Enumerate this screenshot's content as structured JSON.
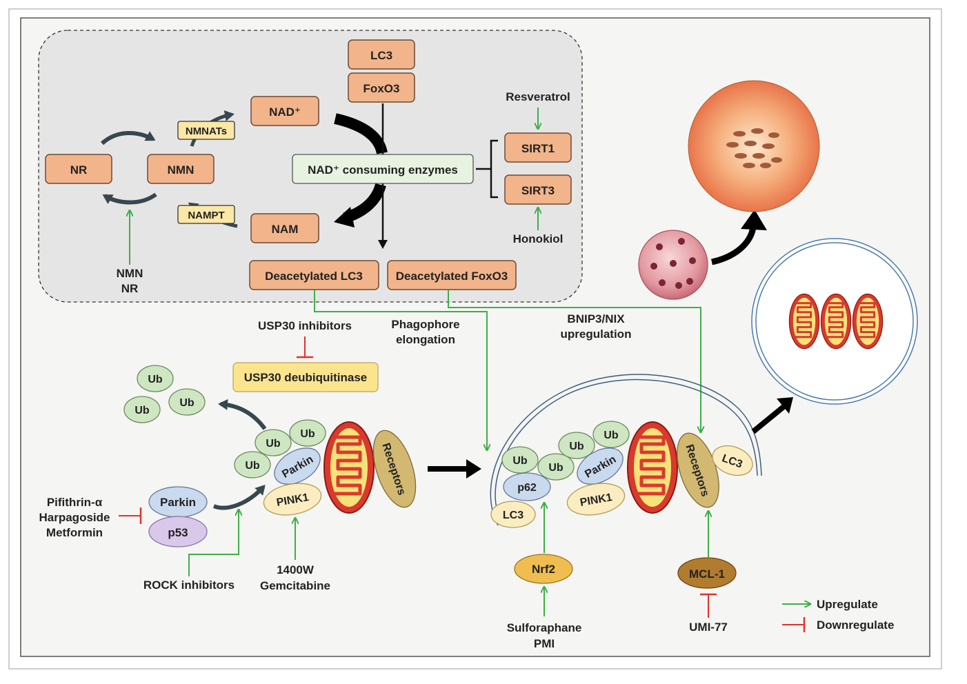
{
  "colors": {
    "box_fill": "#f2b48a",
    "box_stroke": "#6b4a33",
    "yellow_fill": "#fbe8a6",
    "green_box_fill": "#e7f2e0",
    "ub_fill": "#cfe6c3",
    "parkin_fill": "#c9d9ee",
    "p53_fill": "#d9c8ea",
    "pink1_fill": "#fbedc0",
    "receptor_fill": "#d2b870",
    "nrf2_fill": "#f0bd50",
    "mcl1_fill": "#b17c2e",
    "upregulate": "#3fae49",
    "downregulate": "#e0322b",
    "arrow_dark": "#37474f",
    "panel_bg": "#e6e5e6",
    "frame_bg": "#f5f5f3"
  },
  "icons": {
    "mitochondrion": "mitochondrion-icon",
    "lysosome": "lysosome-icon",
    "autolysosome": "autolysosome-icon",
    "autophagosome": "autophagosome-icon"
  },
  "nad_panel": {
    "lc3": "LC3",
    "foxo3": "FoxO3",
    "nad": "NAD⁺",
    "nam": "NAM",
    "nr": "NR",
    "nmn": "NMN",
    "nmnats": "NMNATs",
    "nampt": "NAMPT",
    "consuming_enzymes": "NAD⁺ consuming enzymes",
    "sirt1": "SIRT1",
    "sirt3": "SIRT3",
    "resveratrol": "Resveratrol",
    "honokiol": "Honokiol",
    "deacetylated_lc3": "Deacetylated LC3",
    "deacetylated_foxo3": "Deacetylated FoxO3",
    "supplements": [
      "NMN",
      "NR"
    ]
  },
  "mitophagy": {
    "usp30_inhibitors": "USP30 inhibitors",
    "usp30_deubiquitinase": "USP30 deubiquitinase",
    "phagophore_elongation": [
      "Phagophore",
      "elongation"
    ],
    "bnip3_upregulation": [
      "BNIP3/NIX",
      "upregulation"
    ],
    "ub": "Ub",
    "parkin": "Parkin",
    "pink1": "PINK1",
    "p53": "p53",
    "p62": "p62",
    "lc3": "LC3",
    "receptors": "Receptors",
    "nrf2": "Nrf2",
    "mcl1": "MCL-1",
    "p53_inhibitors": [
      "Pifithrin-α",
      "Harpagoside",
      "Metformin"
    ],
    "rock_inhibitors": "ROCK inhibitors",
    "pink1_drugs": [
      "1400W",
      "Gemcitabine"
    ],
    "nrf2_drugs": [
      "Sulforaphane",
      "PMI"
    ],
    "mcl1_inhibitor": "UMI-77"
  },
  "legend": {
    "upregulate": "Upregulate",
    "downregulate": "Downregulate"
  }
}
